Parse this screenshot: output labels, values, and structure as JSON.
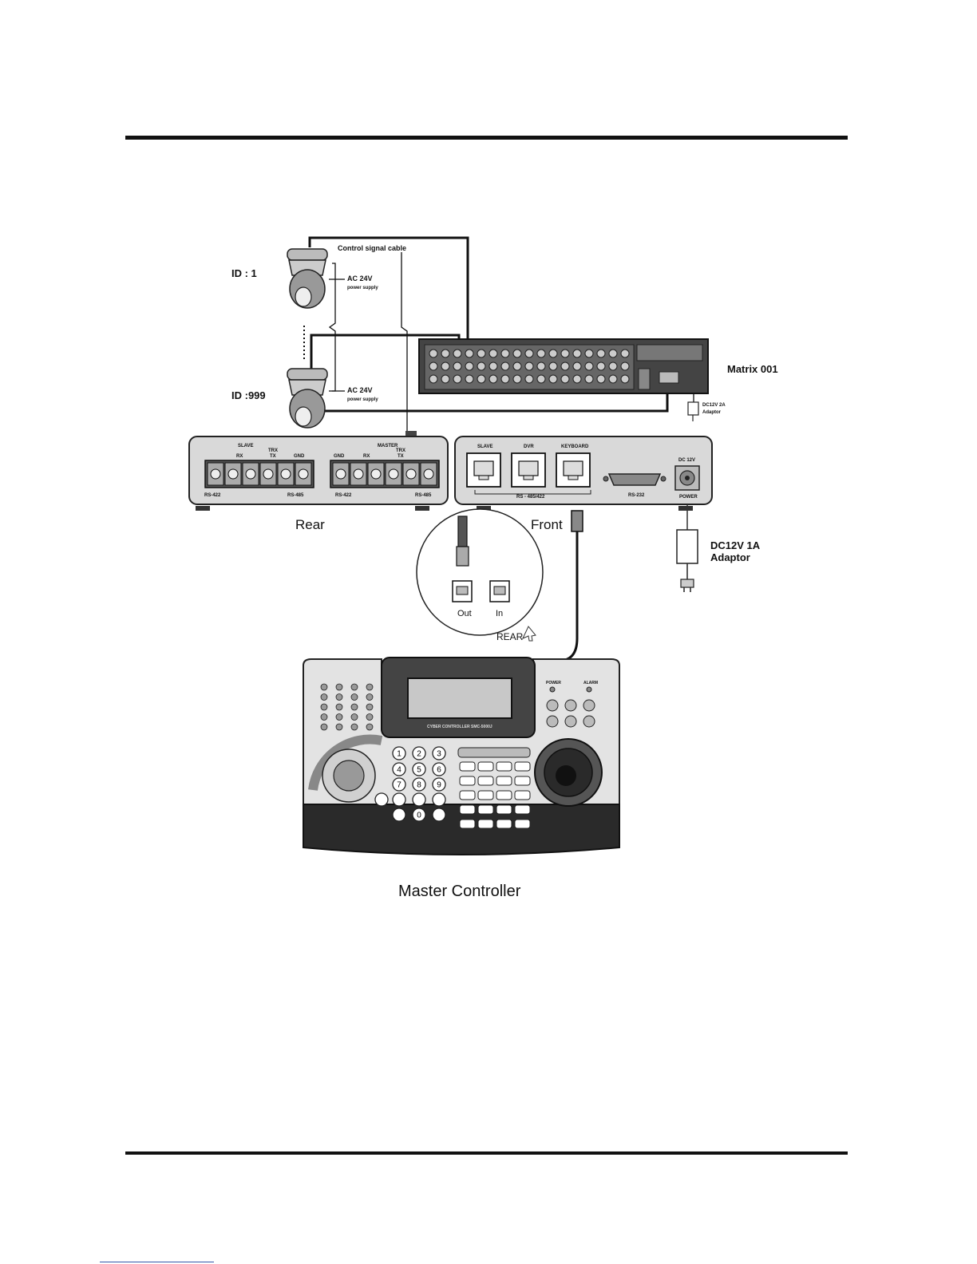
{
  "cameras": {
    "cam1": {
      "id_label": "ID : 1",
      "power_label": "AC 24V",
      "power_sub": "power supply"
    },
    "cam999": {
      "id_label": "ID :999",
      "power_label": "AC 24V",
      "power_sub": "power supply"
    }
  },
  "cables": {
    "control_signal": "Control signal cable"
  },
  "matrix": {
    "label": "Matrix  001",
    "adaptor_line1": "DC12V 2A",
    "adaptor_line2": "Adaptor"
  },
  "rear_panel": {
    "caption": "Rear",
    "slave_label": "SLAVE",
    "master_label": "MASTER",
    "rx": "RX",
    "tx": "TX",
    "trx": "TRX",
    "gnd": "GND",
    "rs422": "RS-422",
    "rs485": "RS-485"
  },
  "front_panel": {
    "caption": "Front",
    "ports": [
      "SLAVE",
      "DVR",
      "KEYBOARD"
    ],
    "bus_label": "RS - 485/422",
    "serial_label": "RS-232",
    "dc_label": "DC 12V",
    "power_label": "POWER"
  },
  "adaptor_1a": {
    "line1": "DC12V 1A",
    "line2": "Adaptor"
  },
  "detail": {
    "out_label": "Out",
    "in_label": "In",
    "rear_label": "REAR"
  },
  "controller": {
    "caption": "Master Controller",
    "lcd_caption": "CYBER CONTROLLER  SMC-5000J",
    "status_labels": [
      "POWER",
      "ALARM"
    ],
    "keypad": [
      "1",
      "2",
      "3",
      "4",
      "5",
      "6",
      "7",
      "8",
      "9",
      "0"
    ]
  }
}
